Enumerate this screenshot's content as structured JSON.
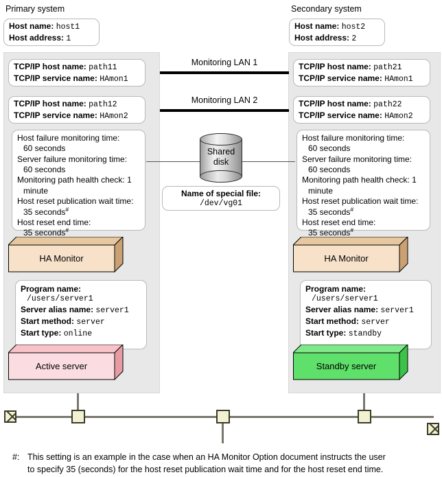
{
  "primary": {
    "title": "Primary system",
    "host": {
      "name_label": "Host name:",
      "name_value": "host1",
      "addr_label": "Host address:",
      "addr_value": "1"
    },
    "path1": {
      "host_label": "TCP/IP host name:",
      "host_value": "path11",
      "svc_label": "TCP/IP service name:",
      "svc_value": "HAmon1"
    },
    "path2": {
      "host_label": "TCP/IP host name:",
      "host_value": "path12",
      "svc_label": "TCP/IP service name:",
      "svc_value": "HAmon2"
    },
    "monitor": {
      "l1": "Host failure monitoring time:",
      "l2": "60 seconds",
      "l3": "Server failure monitoring time:",
      "l4": "60 seconds",
      "l5": "Monitoring path health check: 1",
      "l6": "minute",
      "l7": "Host reset publication wait time:",
      "l8": "35 seconds",
      "l9": "Host reset end time:",
      "l10": "35 seconds"
    },
    "ha_block": "HA Monitor",
    "program": {
      "prog_label": "Program name:",
      "prog_value": "/users/server1",
      "alias_label": "Server alias name:",
      "alias_value": "server1",
      "method_label": "Start method:",
      "method_value": "server",
      "type_label": "Start type:",
      "type_value": "online"
    },
    "server_block": "Active server"
  },
  "secondary": {
    "title": "Secondary system",
    "host": {
      "name_label": "Host name:",
      "name_value": "host2",
      "addr_label": "Host address:",
      "addr_value": "2"
    },
    "path1": {
      "host_label": "TCP/IP host name:",
      "host_value": "path21",
      "svc_label": "TCP/IP service name:",
      "svc_value": "HAmon1"
    },
    "path2": {
      "host_label": "TCP/IP host name:",
      "host_value": "path22",
      "svc_label": "TCP/IP service name:",
      "svc_value": "HAmon2"
    },
    "monitor": {
      "l1": "Host failure monitoring time:",
      "l2": "60 seconds",
      "l3": "Server failure monitoring time:",
      "l4": "60 seconds",
      "l5": "Monitoring path health check: 1",
      "l6": "minute",
      "l7": "Host reset publication wait time:",
      "l8": "35 seconds",
      "l9": "Host reset end time:",
      "l10": "35 seconds"
    },
    "ha_block": "HA Monitor",
    "program": {
      "prog_label": "Program name:",
      "prog_value": "/users/server1",
      "alias_label": "Server alias name:",
      "alias_value": "server1",
      "method_label": "Start method:",
      "method_value": "server",
      "type_label": "Start type:",
      "type_value": "standby"
    },
    "server_block": "Standby server"
  },
  "center": {
    "lan1_label": "Monitoring LAN 1",
    "lan2_label": "Monitoring LAN 2",
    "disk_line1": "Shared",
    "disk_line2": "disk",
    "special_file_label": "Name of special file:",
    "special_file_value": "/dev/vg01"
  },
  "footnote": {
    "marker": "#:",
    "line1": "This setting is an example in the case when an HA Monitor Option document instructs the user",
    "line2": "to specify 35 (seconds) for the host reset publication wait time and for the host reset end time."
  },
  "colors": {
    "panel_bg": "#e8e8e8",
    "ha_front": "#f7e2c9",
    "ha_top": "#e6c79f",
    "ha_side": "#c9a172",
    "active_front": "#fbdde1",
    "active_top": "#f7c3c8",
    "active_side": "#e79ca4",
    "standby_front": "#5fe06a",
    "standby_top": "#7fe889",
    "standby_side": "#3cc24a",
    "bus": "#77776f",
    "tap_fill": "#f2f2d2"
  }
}
